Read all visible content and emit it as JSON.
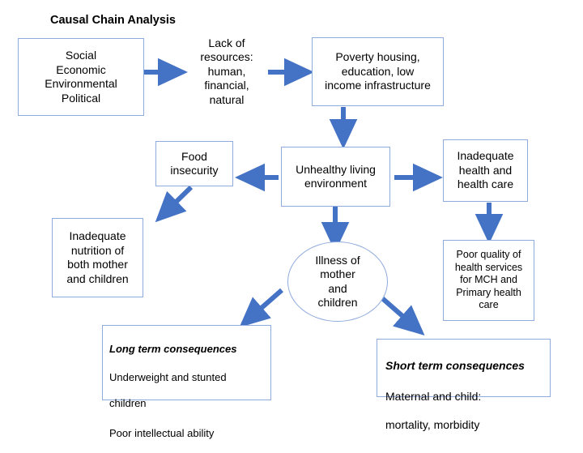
{
  "diagram": {
    "title": "Causal Chain Analysis",
    "accent_color": "#4472c4",
    "box_border_color": "#8faadc",
    "nodes": [
      {
        "id": "social",
        "text": "Social\nEconomic\nEnvironmental\nPolitical",
        "shape": "box"
      },
      {
        "id": "lack-resources",
        "text": "Lack of\nresources:\nhuman,\nfinancial,\nnatural",
        "shape": "box"
      },
      {
        "id": "poverty",
        "text": "Poverty  housing,\neducation, low\nincome infrastructure",
        "shape": "box"
      },
      {
        "id": "food-insecurity",
        "text": "Food\ninsecurity",
        "shape": "box"
      },
      {
        "id": "unhealthy-living",
        "text": "Unhealthy living\nenvironment",
        "shape": "box"
      },
      {
        "id": "inadequate-health-care",
        "text": "Inadequate\nhealth and\nhealth care",
        "shape": "box"
      },
      {
        "id": "inadequate-nutrition",
        "text": "Inadequate\nnutrition of\nboth mother\nand children",
        "shape": "box"
      },
      {
        "id": "illness",
        "text": "Illness of\nmother\nand\nchildren",
        "shape": "ellipse"
      },
      {
        "id": "poor-quality",
        "text": "Poor quality of\nhealth services\nfor MCH and\nPrimary health\ncare",
        "shape": "box"
      }
    ],
    "long_term": {
      "heading": "Long term consequences",
      "lines": [
        "Underweight and stunted",
        "children",
        "Poor intellectual ability"
      ]
    },
    "short_term": {
      "heading": "Short term consequences",
      "lines": [
        "Maternal and child:",
        "mortality, morbidity"
      ]
    }
  }
}
